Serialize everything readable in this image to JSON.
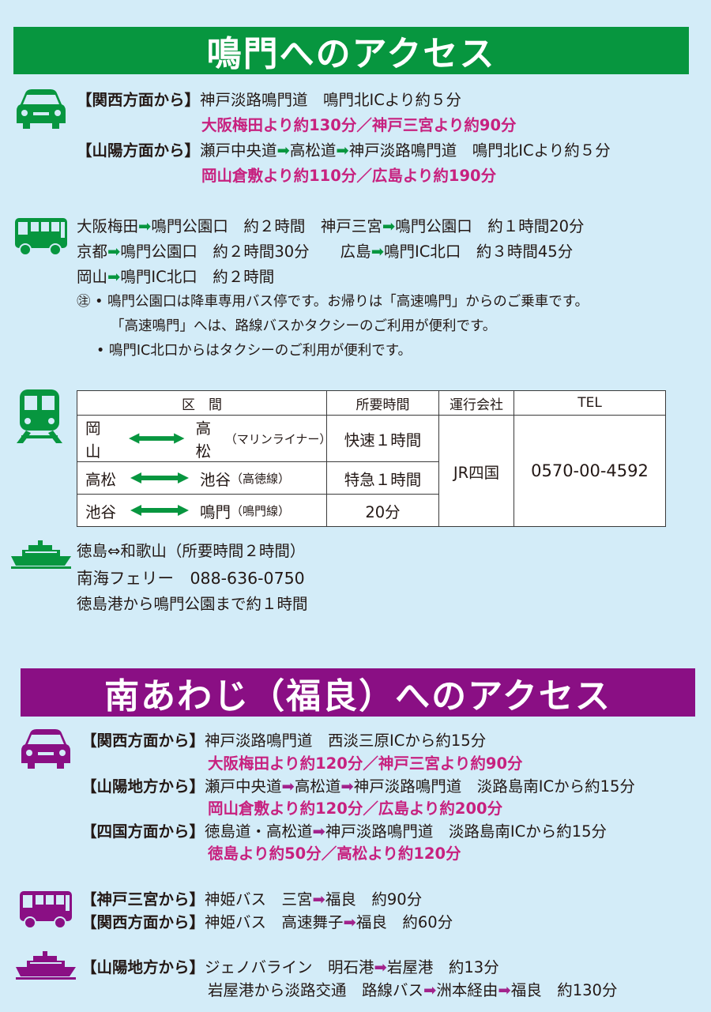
{
  "naruto": {
    "title": "鳴門へのアクセス",
    "car": {
      "rows": [
        {
          "tag": "【関西方面から】",
          "route": "神戸淡路鳴門道　鳴門北ICより約５分"
        },
        {
          "sub": "大阪梅田より約130分／神戸三宮より約90分"
        },
        {
          "tag": "【山陽方面から】",
          "r1": "瀬戸中央道",
          "r2": "高松道",
          "r3": "神戸淡路鳴門道　鳴門北ICより約５分"
        },
        {
          "sub": "岡山倉敷より約110分／広島より約190分"
        }
      ]
    },
    "bus": {
      "l1a": "大阪梅田",
      "l1b": "鳴門公園口　約２時間　神戸三宮",
      "l1c": "鳴門公園口　約１時間20分",
      "l2a": "京都",
      "l2b": "鳴門公園口　約２時間30分　　広島",
      "l2c": "鳴門IC北口　約３時間45分",
      "l3a": "岡山",
      "l3b": "鳴門IC北口　約２時間",
      "note1": "㊟ • 鳴門公園口は降車専用バス停です。お帰りは「高速鳴門」からのご乗車です。",
      "note2": "「高速鳴門」へは、路線バスかタクシーのご利用が便利です。",
      "note3": "• 鳴門IC北口からはタクシーのご利用が便利です。"
    },
    "train": {
      "headers": [
        "区　間",
        "所要時間",
        "運行会社",
        "TEL"
      ],
      "rows": [
        {
          "from": "岡山",
          "to": "高松",
          "line": "（マリンライナー）",
          "time": "快速１時間"
        },
        {
          "from": "高松",
          "to": "池谷",
          "line": "（高徳線）",
          "time": "特急１時間"
        },
        {
          "from": "池谷",
          "to": "鳴門",
          "line": "（鳴門線）",
          "time": "20分"
        }
      ],
      "company": "JR四国",
      "tel": "0570-00-4592"
    },
    "ferry": {
      "l1": "徳島⇔和歌山（所要時間２時間）",
      "l2": "南海フェリー　088-636-0750",
      "l3": "徳島港から鳴門公園まで約１時間"
    }
  },
  "awaji": {
    "title": "南あわじ（福良）へのアクセス",
    "car": {
      "t1": "【関西方面から】",
      "r1": "神戸淡路鳴門道　西淡三原ICから約15分",
      "s1": "大阪梅田より約120分／神戸三宮より約90分",
      "t2": "【山陽地方から】",
      "r2a": "瀬戸中央道",
      "r2b": "高松道",
      "r2c": "神戸淡路鳴門道　淡路島南ICから約15分",
      "s2": "岡山倉敷より約120分／広島より約200分",
      "t3": "【四国方面から】",
      "r3a": "徳島道・高松道",
      "r3b": "神戸淡路鳴門道　淡路島南ICから約15分",
      "s3": "徳島より約50分／高松より約120分"
    },
    "bus": {
      "t1": "【神戸三宮から】",
      "r1a": "神姫バス　三宮",
      "r1b": "福良　約90分",
      "t2": "【関西方面から】",
      "r2a": "神姫バス　高速舞子",
      "r2b": "福良　約60分"
    },
    "ferry": {
      "t1": "【山陽地方から】",
      "r1a": "ジェノバライン　明石港",
      "r1b": "岩屋港　約13分",
      "r2a": "岩屋港から淡路交通　路線バス",
      "r2b": "洲本経由",
      "r2c": "福良　約130分"
    }
  },
  "arrow": "➡",
  "colors": {
    "green": "#07963f",
    "purple": "#8a0f84",
    "pink": "#c7217f",
    "bg": "#d3ecf8"
  }
}
